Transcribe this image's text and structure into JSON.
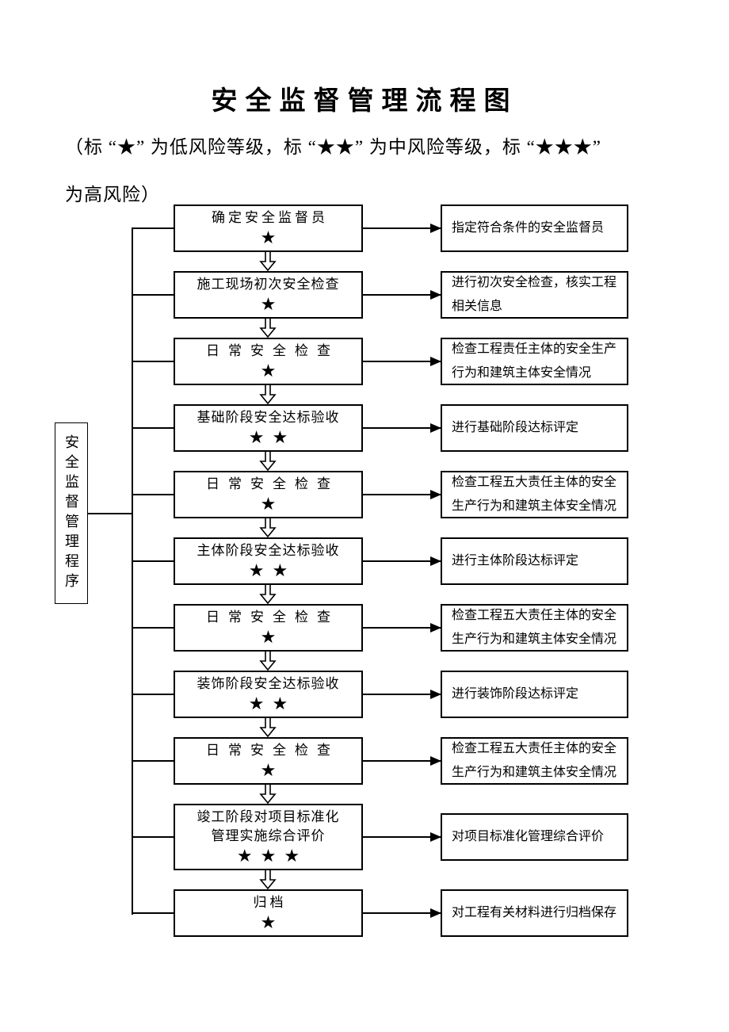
{
  "page": {
    "title": "安全监督管理流程图",
    "subtitle_line1": "（标 “★” 为低风险等级，标 “★★” 为中风险等级，标 “★★★”",
    "subtitle_line2": "为高风险）",
    "side_label": "安全监督管理程序"
  },
  "legend": {
    "low_risk_mark": "★",
    "mid_risk_mark": "★★",
    "high_risk_mark": "★★★"
  },
  "flow": {
    "rows": [
      {
        "step": "确定安全监督员",
        "step2": "",
        "stars": "★",
        "note": "指定符合条件的安全监督员"
      },
      {
        "step": "施工现场初次安全检查",
        "step2": "",
        "stars": "★",
        "note": "进行初次安全检查，核实工程相关信息"
      },
      {
        "step": "日常安全检查",
        "step2": "",
        "stars": "★",
        "note": "检查工程责任主体的安全生产行为和建筑主体安全情况"
      },
      {
        "step": "基础阶段安全达标验收",
        "step2": "",
        "stars": "★★",
        "note": "进行基础阶段达标评定"
      },
      {
        "step": "日常安全检查",
        "step2": "",
        "stars": "★",
        "note": "检查工程五大责任主体的安全生产行为和建筑主体安全情况"
      },
      {
        "step": "主体阶段安全达标验收",
        "step2": "",
        "stars": "★★",
        "note": "进行主体阶段达标评定"
      },
      {
        "step": "日常安全检查",
        "step2": "",
        "stars": "★",
        "note": "检查工程五大责任主体的安全生产行为和建筑主体安全情况"
      },
      {
        "step": "装饰阶段安全达标验收",
        "step2": "",
        "stars": "★★",
        "note": "进行装饰阶段达标评定"
      },
      {
        "step": "日常安全检查",
        "step2": "",
        "stars": "★",
        "note": "检查工程五大责任主体的安全生产行为和建筑主体安全情况"
      },
      {
        "step": "竣工阶段对项目标准化",
        "step2": "管理实施综合评价",
        "stars": "★★★",
        "note": "对项目标准化管理综合评价"
      },
      {
        "step": "归档",
        "step2": "",
        "stars": "★",
        "note": "对工程有关材料进行归档保存"
      }
    ]
  },
  "colors": {
    "ink": "#000000",
    "paper": "#ffffff"
  }
}
